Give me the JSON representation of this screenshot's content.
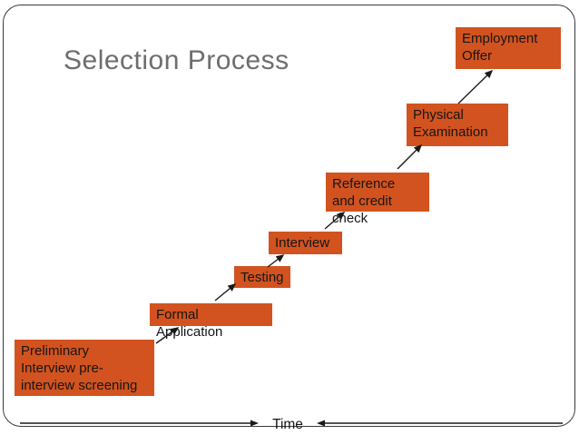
{
  "slide": {
    "title": "Selection Process",
    "steps": [
      {
        "name": "preliminary-interview-screening",
        "label": "Preliminary\nInterview pre-\ninterview screening"
      },
      {
        "name": "formal-application",
        "label": "Formal\nApplication"
      },
      {
        "name": "testing",
        "label": "Testing"
      },
      {
        "name": "interview",
        "label": "Interview"
      },
      {
        "name": "reference-and-credit-check",
        "label": "Reference\nand credit\ncheck"
      },
      {
        "name": "physical-examination",
        "label": "Physical\nExamination"
      },
      {
        "name": "employment-offer",
        "label": "Employment\nOffer"
      }
    ],
    "time_axis_label": "Time",
    "colors": {
      "box": "#d2531f",
      "title": "#6e6e6e",
      "text": "#161616",
      "frame": "#3a3a3a",
      "arrow": "#1a1a1a"
    }
  }
}
